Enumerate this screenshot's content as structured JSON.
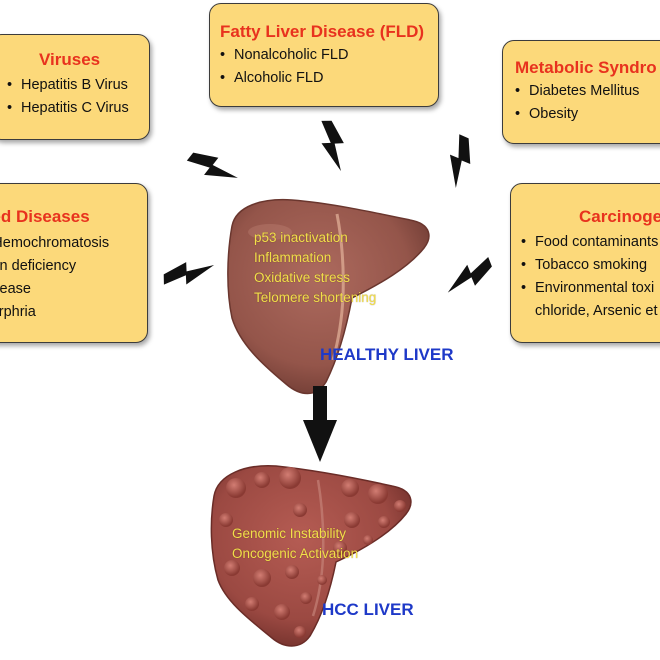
{
  "boxes": {
    "viruses": {
      "title": "Viruses",
      "items": [
        "Hepatitis B Virus",
        "Hepatitis C Virus"
      ]
    },
    "fld": {
      "title": "Fatty Liver Disease (FLD)",
      "items": [
        "Nonalcoholic FLD",
        "Alcoholic FLD"
      ]
    },
    "metabolic": {
      "title": "Metabolic Syndro",
      "items": [
        "Diabetes Mellitus",
        "Obesity"
      ]
    },
    "inherited": {
      "title": "ited Diseases",
      "items": [
        "y Hemochromatosis",
        "psin deficiency",
        "disease",
        "Porphria"
      ]
    },
    "carcinogens": {
      "title": "Carcinoge",
      "items": [
        "Food contaminants",
        "Tobacco smoking",
        "Environmental toxi"
      ],
      "item3_cont": "chloride, Arsenic et"
    }
  },
  "healthy_liver": {
    "label": "HEALTHY LIVER",
    "lines": [
      "p53 inactivation",
      "Inflammation",
      "Oxidative stress",
      "Telomere shortening"
    ]
  },
  "hcc_liver": {
    "label": "HCC LIVER",
    "lines": [
      "Genomic Instability",
      "Oncogenic Activation"
    ]
  },
  "colors": {
    "box_fill": "#fcd97a",
    "title_red": "#e8321e",
    "label_blue": "#1e39c8",
    "liver_text_yellow": "#f2e04a",
    "healthy_liver": "#9b5a4f",
    "hcc_liver": "#a8524a"
  },
  "icons": [
    "lightning-bolt-icon",
    "down-arrow-icon",
    "bullet-icon"
  ]
}
